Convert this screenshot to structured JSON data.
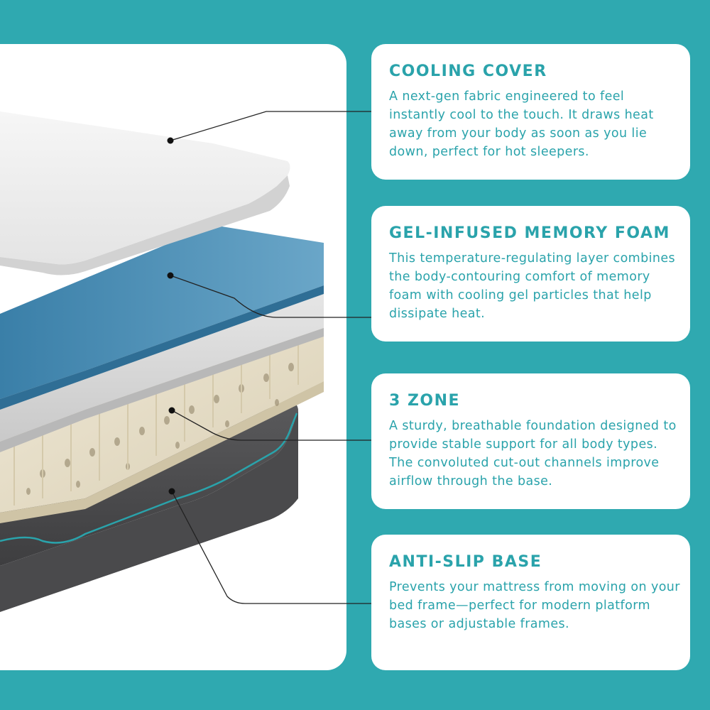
{
  "features": [
    {
      "title": "COOLING COVER",
      "description": "A next-gen fabric engineered to feel instantly cool to the touch. It draws heat away from your body as soon as you lie down, perfect for hot sleepers."
    },
    {
      "title": "GEL-INFUSED MEMORY FOAM",
      "description": "This temperature-regulating layer combines the body-contouring comfort of memory foam with cooling gel particles that help dissipate heat."
    },
    {
      "title": "3 ZONE",
      "description": "A sturdy, breathable foundation designed to provide stable support for all body types. The convoluted cut-out channels improve airflow through the base."
    },
    {
      "title": "ANTI-SLIP BASE",
      "description": "Prevents your mattress from moving on your bed frame—perfect for modern platform bases or adjustable frames."
    }
  ],
  "colors": {
    "background": "#2fa9b0",
    "accent_text": "#2aa3ab",
    "card": "#ffffff"
  }
}
